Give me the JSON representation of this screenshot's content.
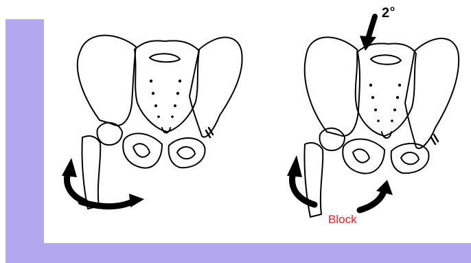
{
  "figure": {
    "frame_color": "#b3a7f0",
    "line_color": "#000000",
    "left_panel": {
      "arrows": [
        "rotation-arrow-up",
        "rotation-arrow-right"
      ]
    },
    "right_panel": {
      "force_label": "2",
      "force_label_superscript": "o",
      "block_label": "Block",
      "block_color": "#ff1a1a",
      "arrows": [
        "force-arrow-down",
        "rotation-arrow-left",
        "block-arrow-up"
      ]
    }
  }
}
